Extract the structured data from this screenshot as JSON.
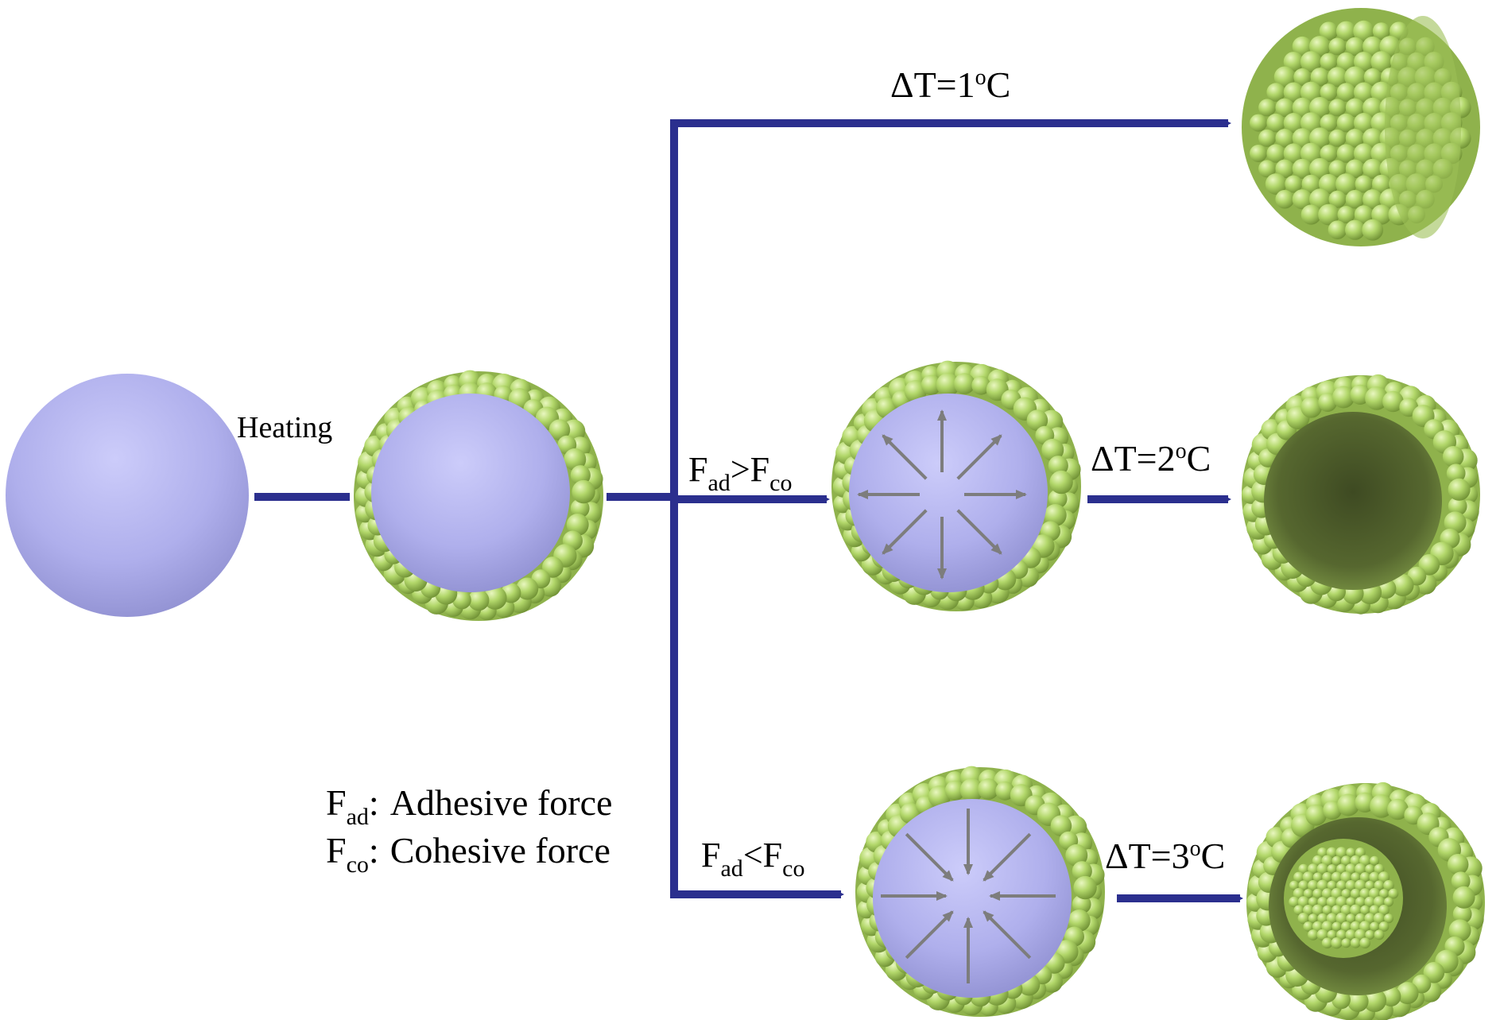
{
  "labels": {
    "heating": "Heating",
    "dt1": "ΔT=1",
    "dt2": "ΔT=2",
    "dt3": "ΔT=3",
    "deg_o": "o",
    "deg_c": "C",
    "f": "F",
    "ad": "ad",
    "co": "co",
    "gt": ">",
    "lt": "<",
    "adhesive": "Adhesive force",
    "cohesive": "Cohesive force",
    "colon": ":"
  },
  "colors": {
    "arrow": "#2b2f8e",
    "core": "#b3b3ee",
    "bead": "#a6cc5e",
    "bead_shadow": "#6f8f35",
    "inner_arrow": "#808080",
    "cavity": "#4d5b2e"
  }
}
